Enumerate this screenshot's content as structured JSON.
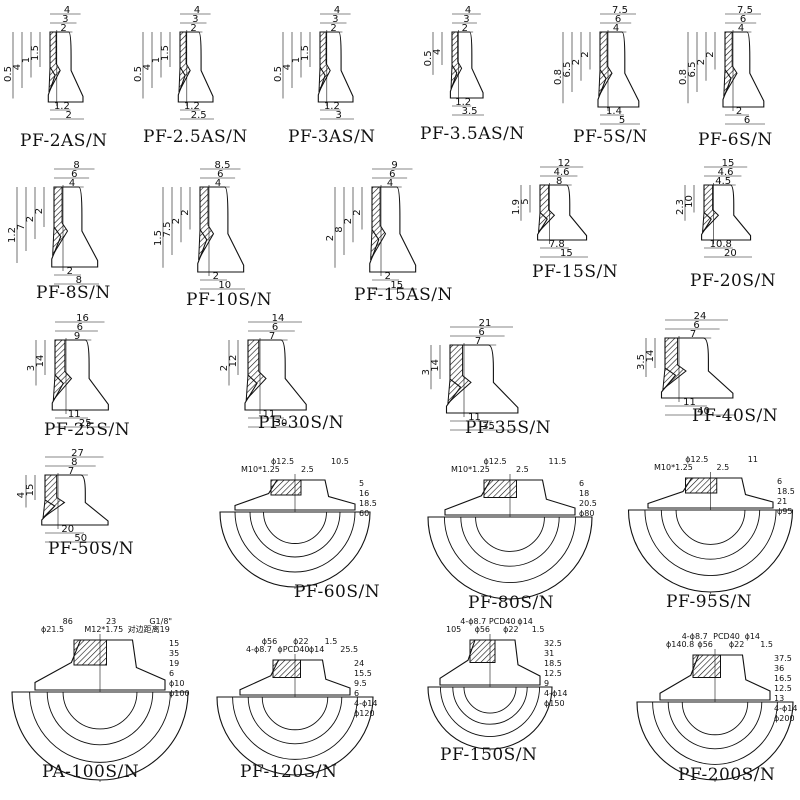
{
  "parts": [
    {
      "model": "PF-2AS/N",
      "dims": [
        "4",
        "3",
        "2",
        "1.5",
        "1",
        "4",
        "0.5",
        "1.2",
        "2"
      ]
    },
    {
      "model": "PF-2.5AS/N",
      "dims": [
        "4",
        "3",
        "2",
        "1.5",
        "1",
        "4",
        "0.5",
        "1.2",
        "2.5"
      ]
    },
    {
      "model": "PF-3AS/N",
      "dims": [
        "4",
        "3",
        "2",
        "1.5",
        "1",
        "4",
        "0.5",
        "1.2",
        "3"
      ]
    },
    {
      "model": "PF-3.5AS/N",
      "dims": [
        "4",
        "3",
        "2",
        "4",
        "0.5",
        "1.2",
        "3.5"
      ]
    },
    {
      "model": "PF-5S/N",
      "dims": [
        "7.5",
        "6",
        "4",
        "2",
        "2",
        "6.5",
        "0.8",
        "1.4",
        "5"
      ]
    },
    {
      "model": "PF-6S/N",
      "dims": [
        "7.5",
        "6",
        "4",
        "2",
        "2",
        "6.5",
        "0.8",
        "2",
        "6"
      ]
    },
    {
      "model": "PF-8S/N",
      "dims": [
        "8",
        "6",
        "4",
        "2",
        "2",
        "7",
        "1.2",
        "2",
        "8"
      ]
    },
    {
      "model": "PF-10S/N",
      "dims": [
        "8.5",
        "6",
        "4",
        "2",
        "2",
        "7.5",
        "1.5",
        "2",
        "10"
      ]
    },
    {
      "model": "PF-15AS/N",
      "dims": [
        "9",
        "6",
        "4",
        "2",
        "2",
        "8",
        "2",
        "2",
        "15"
      ]
    },
    {
      "model": "PF-15S/N",
      "dims": [
        "12",
        "4.6",
        "8",
        "5",
        "1.9",
        "7.8",
        "15"
      ]
    },
    {
      "model": "PF-20S/N",
      "dims": [
        "15",
        "4.6",
        "4.5",
        "10",
        "2.3",
        "10.8",
        "20"
      ]
    },
    {
      "model": "PF-25S/N",
      "dims": [
        "16",
        "6",
        "9",
        "14",
        "3",
        "11",
        "25"
      ]
    },
    {
      "model": "PF-30S/N",
      "dims": [
        "14",
        "6",
        "7",
        "12",
        "2",
        "11",
        "30"
      ]
    },
    {
      "model": "PF-35S/N",
      "dims": [
        "21",
        "6",
        "7",
        "14",
        "3",
        "11",
        "35"
      ]
    },
    {
      "model": "PF-40S/N",
      "dims": [
        "24",
        "6",
        "7",
        "14",
        "3.5",
        "11",
        "40"
      ]
    },
    {
      "model": "PF-50S/N",
      "dims": [
        "27",
        "8",
        "7",
        "15",
        "4",
        "20",
        "50"
      ]
    },
    {
      "model": "PF-60S/N",
      "dims": [
        "M10*1.25",
        "ϕ12.5",
        "2.5",
        "10.5",
        "5",
        "16",
        "18.5",
        "60"
      ]
    },
    {
      "model": "PF-80S/N",
      "dims": [
        "M10*1.25",
        "ϕ12.5",
        "2.5",
        "11.5",
        "6",
        "18",
        "20.5",
        "ϕ80"
      ]
    },
    {
      "model": "PF-95S/N",
      "dims": [
        "M10*1.25",
        "ϕ12.5",
        "2.5",
        "11",
        "6",
        "18.5",
        "21",
        "ϕ95"
      ]
    },
    {
      "model": "PA-100S/N",
      "dims": [
        "ϕ21.5",
        "86",
        "M12*1.75",
        "23",
        "对边距离19",
        "G1/8\"",
        "15",
        "35",
        "19",
        "6",
        "ϕ10",
        "ϕ100"
      ]
    },
    {
      "model": "PF-120S/N",
      "dims": [
        "4-ϕ8.7",
        "ϕ56",
        "ϕPCD40",
        "ϕ22",
        "ϕ14",
        "1.5",
        "25.5",
        "24",
        "15.5",
        "9.5",
        "6",
        "4-ϕ14",
        "ϕ120"
      ]
    },
    {
      "model": "PF-150S/N",
      "dims": [
        "105",
        "4-ϕ8.7",
        "ϕ56",
        "PCD40",
        "ϕ22",
        "ϕ14",
        "1.5",
        "32.5",
        "31",
        "18.5",
        "12.5",
        "9",
        "4-ϕ14",
        "ϕ150"
      ]
    },
    {
      "model": "PF-200S/N",
      "dims": [
        "ϕ140.8",
        "4-ϕ8.7",
        "ϕ56",
        "PCD40",
        "ϕ22",
        "ϕ14",
        "1.5",
        "37.5",
        "36",
        "16.5",
        "12.5",
        "13",
        "4-ϕ14",
        "ϕ200"
      ]
    }
  ]
}
